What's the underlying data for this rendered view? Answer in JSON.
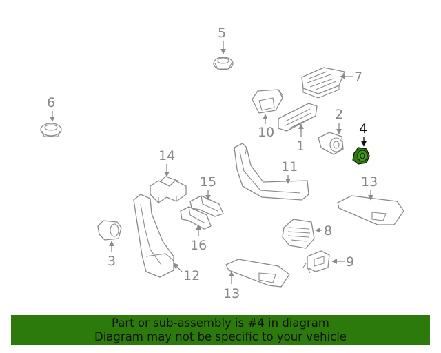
{
  "callouts": {
    "c1": "1",
    "c2": "2",
    "c3": "3",
    "c4": "4",
    "c5": "5",
    "c6": "6",
    "c7": "7",
    "c8": "8",
    "c9": "9",
    "c10": "10",
    "c11": "11",
    "c12": "12",
    "c13a": "13",
    "c13b": "13",
    "c14": "14",
    "c15": "15",
    "c16": "16"
  },
  "highlight": {
    "part": "4",
    "color": "#2d7a0c"
  },
  "banner": {
    "line1": "Part or sub-assembly is #4 in diagram",
    "line2": "Diagram may not be specific to your vehicle",
    "background": "#2d7a0c"
  }
}
